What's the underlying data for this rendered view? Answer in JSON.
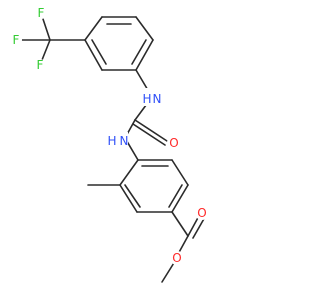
{
  "molecule": {
    "atoms": {
      "f_top": {
        "symbol": "F",
        "color": "#33cc33"
      },
      "f_left": {
        "symbol": "F",
        "color": "#33cc33"
      },
      "f_lower": {
        "symbol": "F",
        "color": "#33cc33"
      },
      "n_upper": {
        "symbol": "N",
        "hydrogen": "H",
        "color": "#3050f8"
      },
      "n_lower": {
        "symbol": "N",
        "hydrogen": "H",
        "color": "#3050f8"
      },
      "o_urea": {
        "symbol": "O",
        "color": "#ff2a2a"
      },
      "o_carbonyl": {
        "symbol": "O",
        "color": "#ff2a2a"
      },
      "o_ester": {
        "symbol": "O",
        "color": "#ff2a2a"
      }
    },
    "bond_color": "#2b2b2b"
  }
}
